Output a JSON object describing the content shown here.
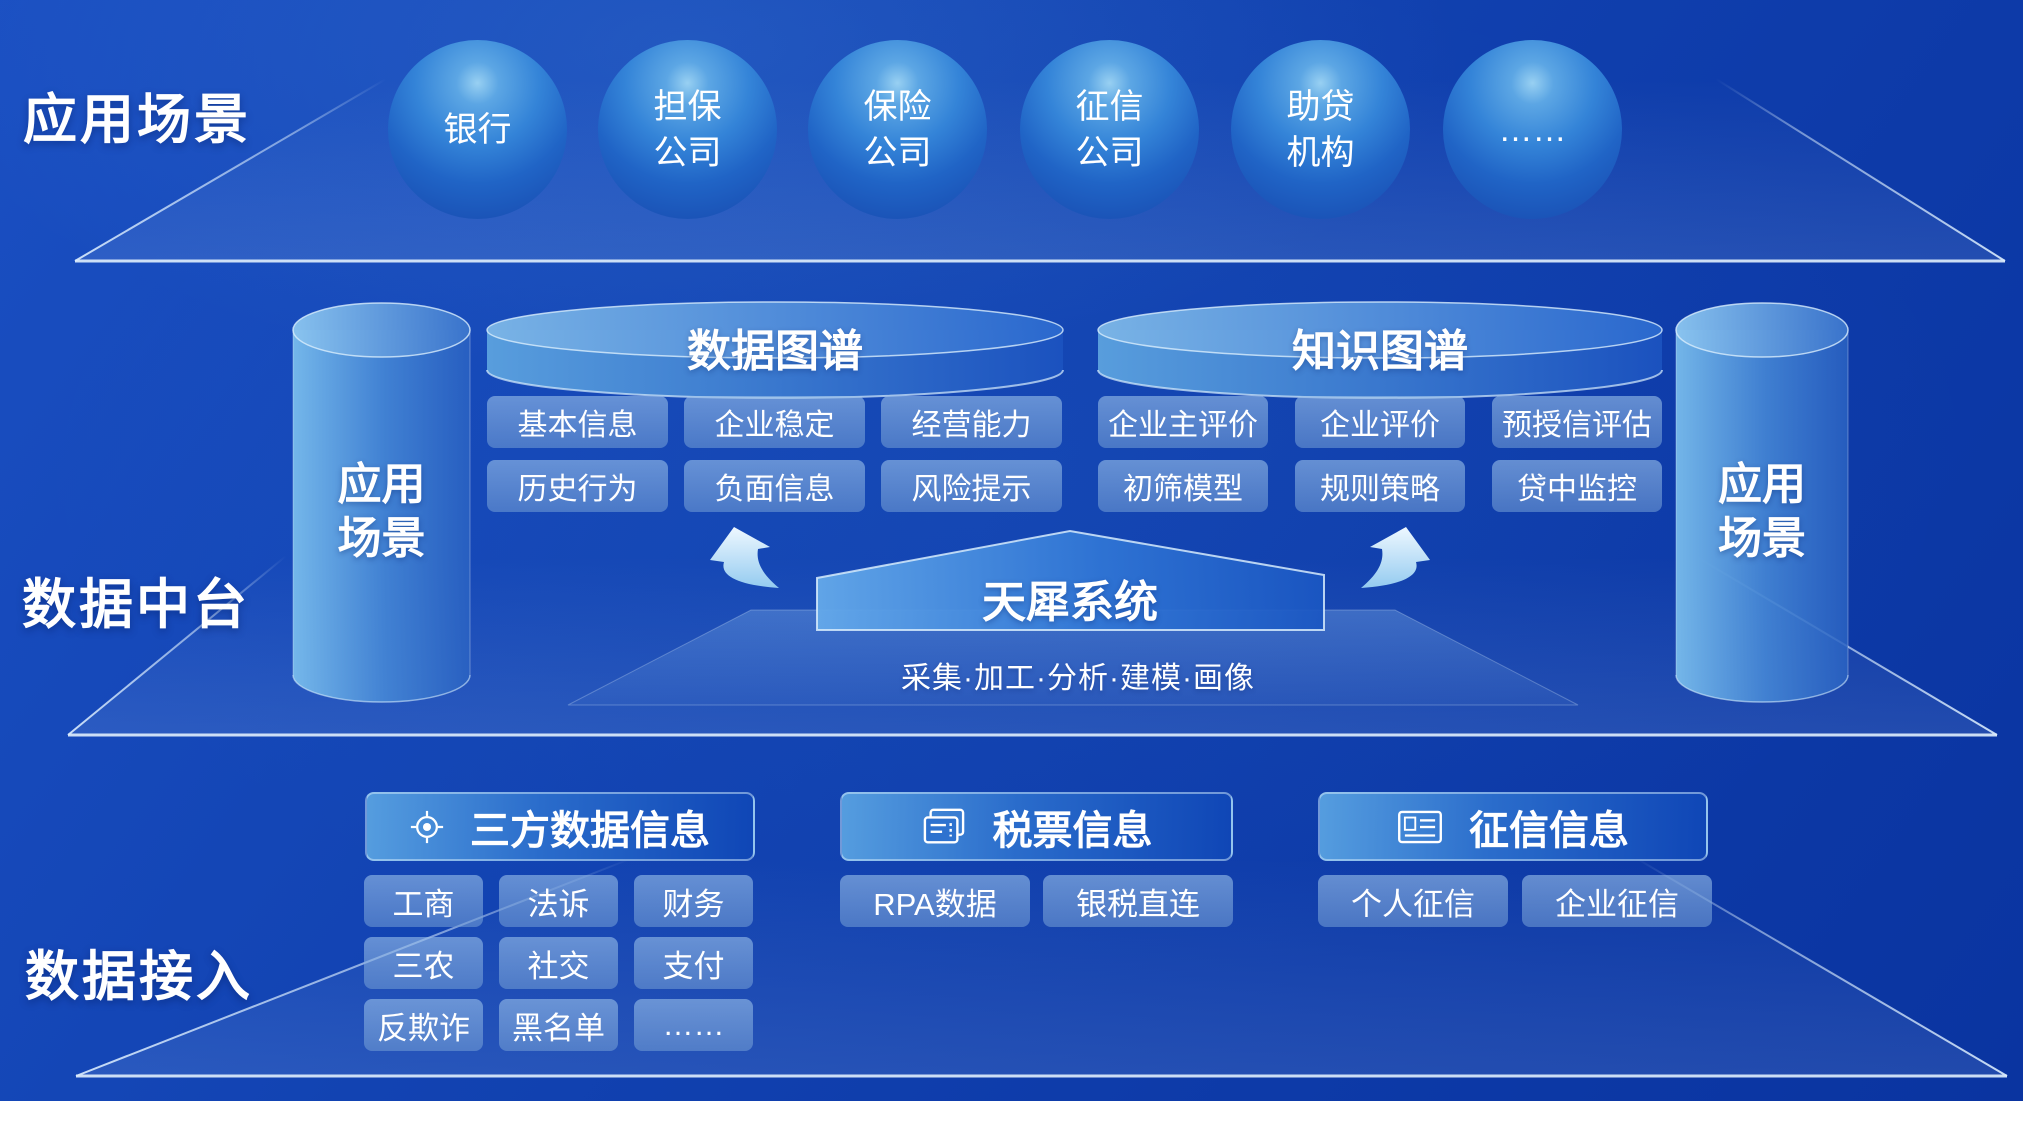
{
  "sections": {
    "top_label": "应用场景",
    "middle_label": "数据中台",
    "bottom_label": "数据接入"
  },
  "spheres": [
    {
      "line1": "银行",
      "line2": ""
    },
    {
      "line1": "担保",
      "line2": "公司"
    },
    {
      "line1": "保险",
      "line2": "公司"
    },
    {
      "line1": "征信",
      "line2": "公司"
    },
    {
      "line1": "助贷",
      "line2": "机构"
    },
    {
      "line1": "……",
      "line2": ""
    }
  ],
  "cylinders": {
    "left": {
      "line1": "应用",
      "line2": "场景"
    },
    "right": {
      "line1": "应用",
      "line2": "场景"
    }
  },
  "data_map": {
    "title": "数据图谱",
    "buttons": [
      "基本信息",
      "企业稳定",
      "经营能力",
      "历史行为",
      "负面信息",
      "风险提示"
    ]
  },
  "knowledge_map": {
    "title": "知识图谱",
    "buttons": [
      "企业主评价",
      "企业评价",
      "预授信评估",
      "初筛模型",
      "规则策略",
      "贷中监控"
    ]
  },
  "system": {
    "title": "天犀系统",
    "subtitle": "采集·加工·分析·建模·画像"
  },
  "access": {
    "third_party": {
      "title": "三方数据信息",
      "icon": "target-icon",
      "buttons": [
        "工商",
        "法诉",
        "财务",
        "三农",
        "社交",
        "支付",
        "反欺诈",
        "黑名单",
        "……"
      ]
    },
    "tax": {
      "title": "税票信息",
      "icon": "invoice-icon",
      "buttons": [
        "RPA数据",
        "银税直连"
      ]
    },
    "credit": {
      "title": "征信信息",
      "icon": "id-card-icon",
      "buttons": [
        "个人征信",
        "企业征信"
      ]
    }
  },
  "colors": {
    "background_top": "#1a4fc2",
    "background_bottom": "#0a34a0",
    "line": "#d8ebfc",
    "panel_light": "#5ea6de",
    "panel_dark": "#1d55c0",
    "accent_light": "#9fd4f2"
  }
}
